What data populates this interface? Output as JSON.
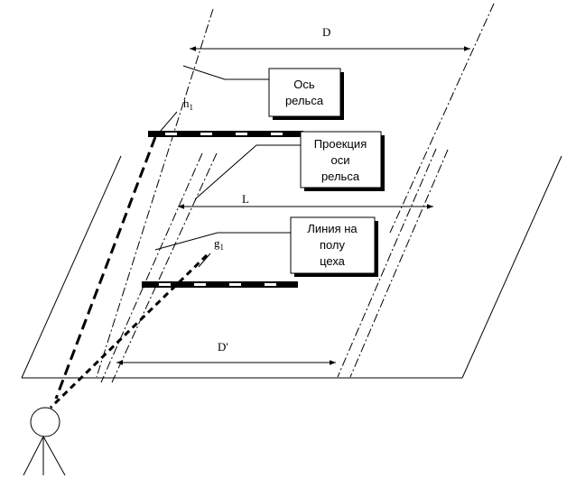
{
  "labels": {
    "D": "D",
    "L": "L",
    "D_prime": "D'",
    "h1_main": "h",
    "h1_sub": "1",
    "g1_main": "g",
    "g1_sub": "1"
  },
  "callouts": {
    "rail_axis": [
      "Ось",
      "рельса"
    ],
    "rail_axis_projection": [
      "Проекция",
      "оси",
      "рельса"
    ],
    "floor_line": [
      "Линия на",
      "полу",
      "цеха"
    ]
  }
}
